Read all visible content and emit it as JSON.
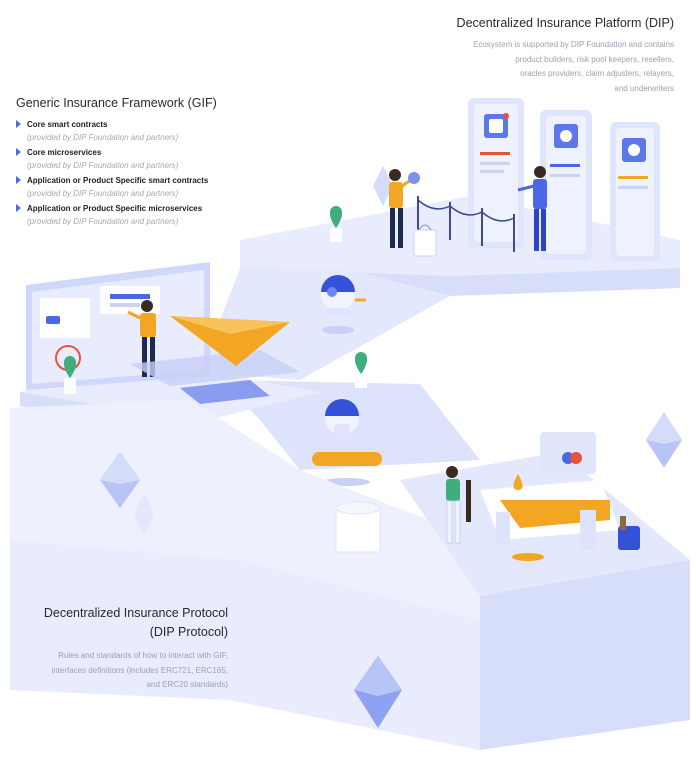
{
  "dip": {
    "title": "Decentralized Insurance Platform (DIP)",
    "desc": [
      "Ecosystem is supported by DIP Foundation and contains",
      "product builders, risk pool keepers, resellers,",
      "oracles providers, claim adjusters, relayers,",
      "and underwriters"
    ]
  },
  "gif": {
    "title": "Generic Insurance Framework (GIF)",
    "items": [
      {
        "label": "Core smart contracts",
        "sub": "(provided by DIP Foundation and partners)"
      },
      {
        "label": "Core microservices",
        "sub": "(provided by DIP Foundation and partners)"
      },
      {
        "label": "Application or Product Specific smart contracts",
        "sub": "(provided by DIP Foundation and partners)"
      },
      {
        "label": "Application or Product Specific microservices",
        "sub": "(provided by DIP Foundation and partners)"
      }
    ]
  },
  "protocol": {
    "title_line1": "Decentralized Insurance Protocol",
    "title_line2": "(DIP Protocol)",
    "desc": [
      "Rules and standards of how to interact with GIF,",
      "interfaces definitions (includes ERC721, ERC165,",
      "and ERC20 standards)"
    ]
  },
  "colors": {
    "accent": "#4a67e8",
    "plane": "#f3a623",
    "floor_light": "#eef1fd",
    "floor_mid": "#dde3fb",
    "floor_dark": "#c8d1f5"
  }
}
